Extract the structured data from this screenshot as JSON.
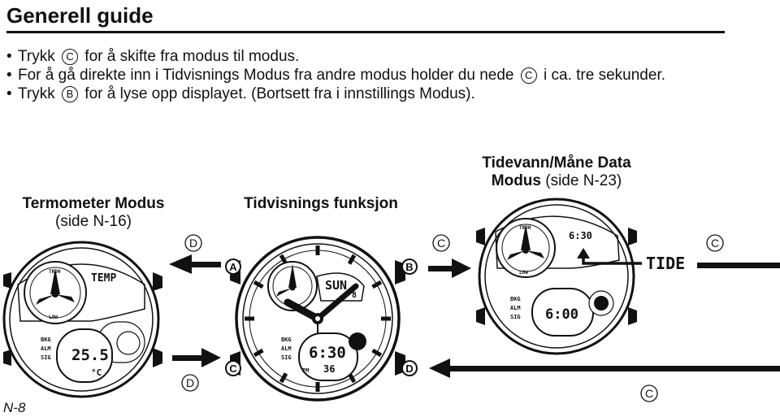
{
  "heading": "Generell guide",
  "bullets": [
    {
      "pre": "Trykk",
      "btn": "C",
      "post": "for å skifte fra modus til modus."
    },
    {
      "pre": "For å gå direkte inn i Tidvisnings Modus fra andre modus holder du nede",
      "btn": "C",
      "post": "i ca. tre sekunder."
    },
    {
      "pre": "Trykk",
      "btn": "B",
      "post": "for å lyse opp displayet. (Bortsett fra i innstillings Modus)."
    }
  ],
  "modes": {
    "termometer": {
      "title": "Termometer Modus",
      "page": "(side N-16)"
    },
    "tidvisning": {
      "title": "Tidvisnings funksjon"
    },
    "tidevann": {
      "title_line1": "Tidevann/Måne Data",
      "title_line2": "Modus",
      "page": " (side N-23)"
    }
  },
  "arrow_labels": {
    "top_left": "D",
    "top_mid": "C",
    "top_right": "C",
    "bottom_left": "D",
    "bottom_right": "C"
  },
  "watch_buttons": {
    "a": "A",
    "b": "B",
    "c": "C",
    "d": "D"
  },
  "displays": {
    "temp_label": "TEMP",
    "temp_value": "25.5",
    "temp_unit": "°C",
    "main_day": "SUN",
    "main_date": "8",
    "main_time": "6:30",
    "main_seconds": "36",
    "main_pm": "PM",
    "tide_time_small": "6:30",
    "tide_label": "TIDE",
    "tide_time": "6:00",
    "mode_tags": [
      "BKG",
      "ALM",
      "SIG"
    ],
    "dial_tags": [
      "TRDH",
      "LOW"
    ]
  },
  "footer": "N-8"
}
